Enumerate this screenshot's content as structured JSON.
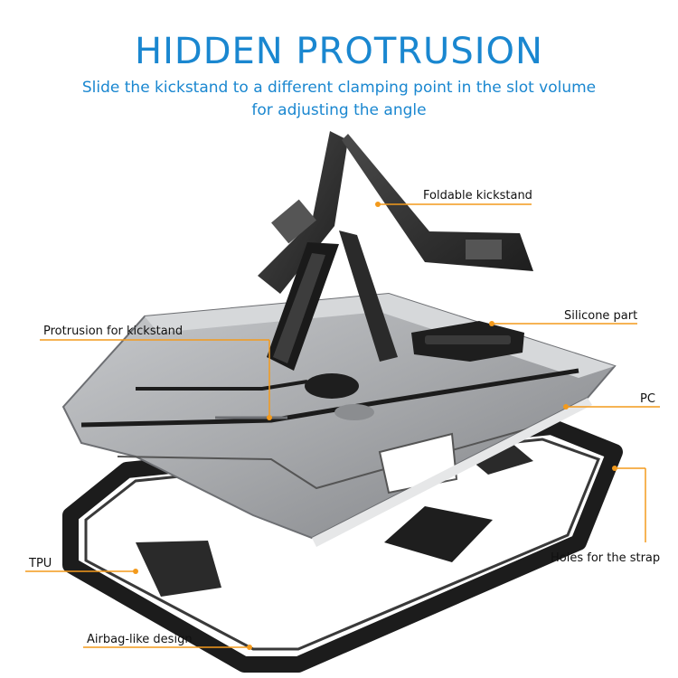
{
  "header": {
    "title": "HIDDEN PROTRUSION",
    "subtitle_line1": "Slide the kickstand to a different clamping point in the slot volume",
    "subtitle_line2": "for adjusting the angle"
  },
  "callouts": {
    "foldable_kickstand": "Foldable  kickstand",
    "silicone_part": "Silicone part",
    "protrusion_for_kickstand": "Protrusion for kickstand",
    "pc": "PC",
    "holes_for_strap": "Holes for the strap",
    "tpu": "TPU",
    "airbag_design": "Airbag-like design"
  },
  "colors": {
    "title_blue": "#1a87d0",
    "callout_orange": "#f39a1c",
    "pc_shell_gray": "#a9abae",
    "tpu_black": "#1c1c1c"
  }
}
